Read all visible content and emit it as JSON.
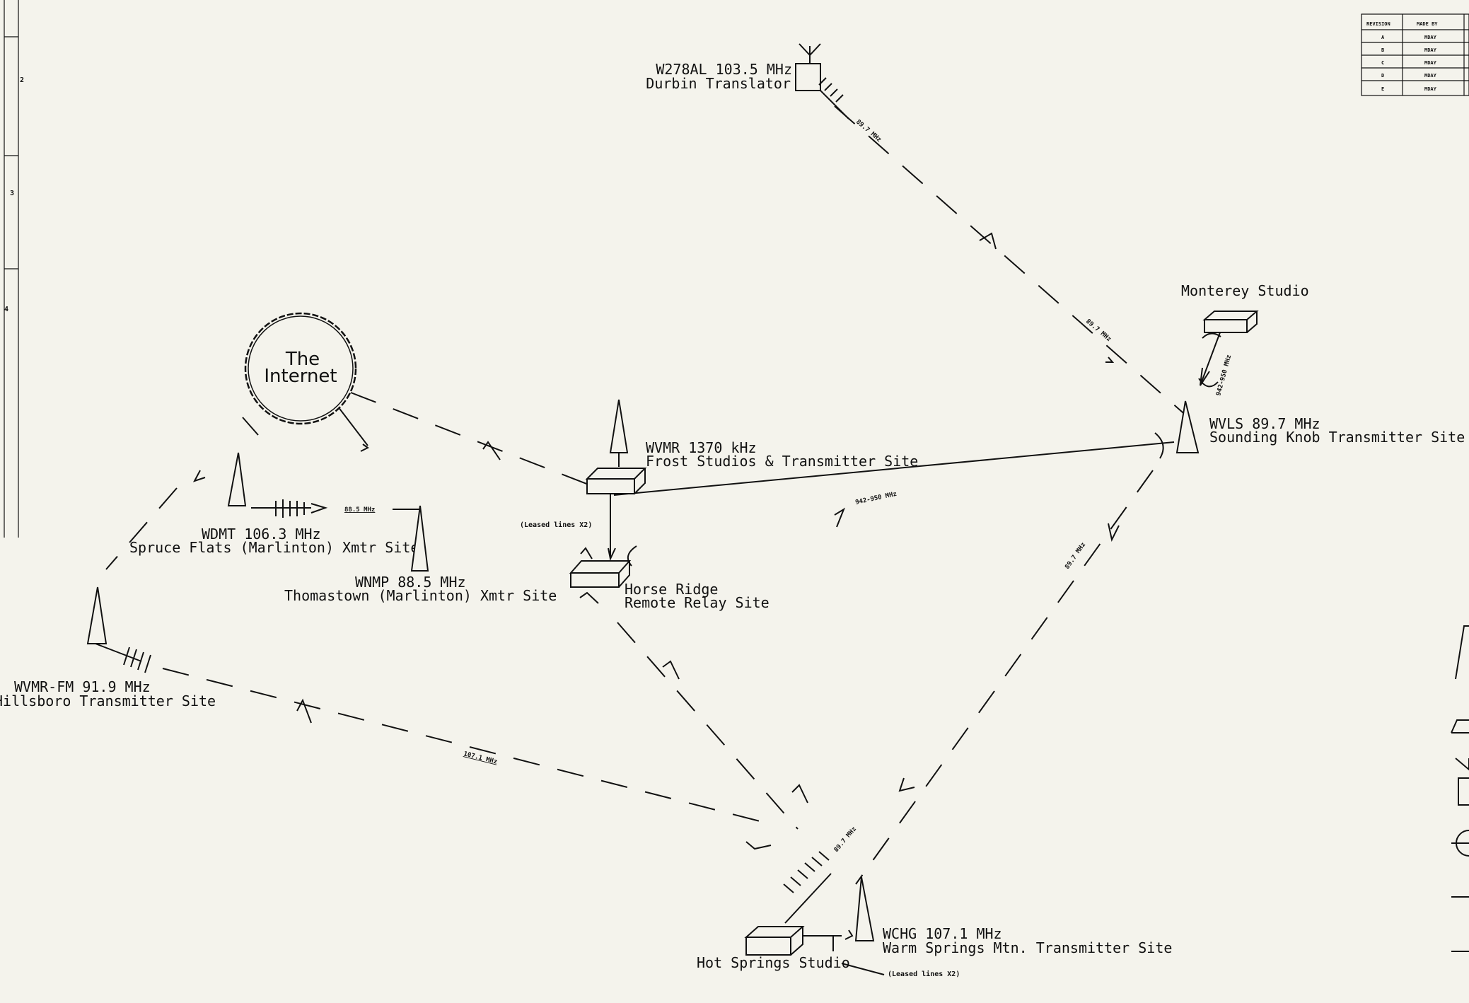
{
  "diagram": {
    "nodes": {
      "internet": {
        "line1": "The",
        "line2": "Internet"
      },
      "w278al": {
        "line1": "W278AL 103.5 MHz",
        "line2": "Durbin Translator"
      },
      "monterey": {
        "label": "Monterey Studio"
      },
      "wvls": {
        "line1": "WVLS 89.7 MHz",
        "line2": "Sounding Knob Transmitter Site"
      },
      "wvmr": {
        "line1": "WVMR 1370 kHz",
        "line2": "Frost Studios & Transmitter Site"
      },
      "horse_ridge": {
        "line1": "Horse Ridge",
        "line2": "Remote Relay Site"
      },
      "wdmt": {
        "line1": "WDMT 106.3 MHz",
        "line2": "Spruce Flats (Marlinton) Xmtr Site"
      },
      "wnmp": {
        "line1": "WNMP 88.5 MHz",
        "line2": "Thomastown (Marlinton) Xmtr Site"
      },
      "wvmr_fm": {
        "line1": "WVMR-FM 91.9 MHz",
        "line2": "Hillsboro Transmitter Site"
      },
      "wchg": {
        "line1": "WCHG 107.1 MHz",
        "line2": "Warm Springs Mtn. Transmitter Site"
      },
      "hot_springs": {
        "label": "Hot Springs Studio"
      }
    },
    "links": {
      "leased_1": "(Leased lines X2)",
      "leased_2": "(Leased lines X2)",
      "w278al_wvls_a": "89.7 MHz",
      "w278al_wvls_b": "89.7 MHz",
      "monterey_wvls": "942-950 MHz",
      "horse_wvls": "942-950 MHz",
      "wvls_wchg": "89.7 MHz",
      "wchg_hot": "89.7 MHz",
      "wdmt_wnmp": "88.5 MHz",
      "wchg_wvmr_fm": "107.1 MHz"
    }
  },
  "revision_table": {
    "headers": [
      "REVISION",
      "MADE BY"
    ],
    "rows": [
      [
        "A",
        "MDAY"
      ],
      [
        "B",
        "MDAY"
      ],
      [
        "C",
        "MDAY"
      ],
      [
        "D",
        "MDAY"
      ],
      [
        "E",
        "MDAY"
      ]
    ]
  },
  "sheet_ruler": [
    "2",
    "3",
    "4"
  ]
}
